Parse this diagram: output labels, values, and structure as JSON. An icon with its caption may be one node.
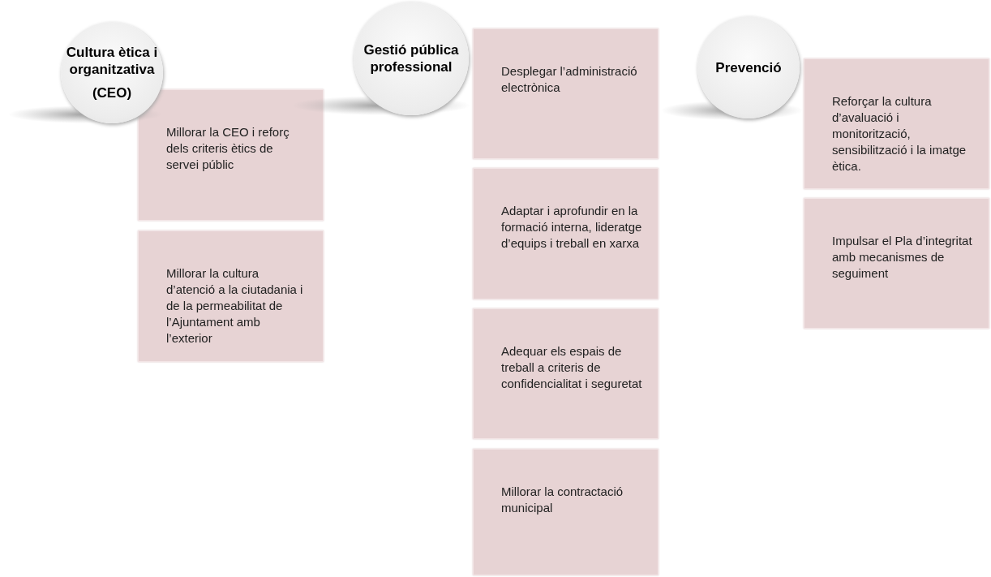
{
  "diagram": {
    "nodes": [
      {
        "text": [
          "Cultura ètica i organitzativa",
          "(CEO)"
        ]
      },
      {
        "text": [
          "Millorar la CEO i reforç dels criteris ètics de servei públic"
        ]
      },
      {
        "text": [
          "Millorar la cultura d’atenció a la ciutadania i de la permeabilitat de l’Ajuntament amb l’exterior"
        ]
      },
      {
        "text": [
          "Gestió pública professional"
        ]
      },
      {
        "text": [
          "Desplegar l’administració electrònica"
        ]
      },
      {
        "text": [
          "Adaptar i aprofundir en la formació interna, lideratge d’equips i treball en xarxa"
        ]
      },
      {
        "text": [
          "Adequar els espais de treball a criteris de confidencialitat i seguretat"
        ]
      },
      {
        "text": [
          "Millorar la contractació municipal"
        ]
      },
      {
        "text": [
          "Prevenció"
        ]
      },
      {
        "text": [
          "Reforçar la cultura d’avaluació i monitorització, sensibilització i la imatge ètica."
        ]
      },
      {
        "text": [
          "Impulsar el Pla d’integritat amb mecanismes de seguiment"
        ]
      }
    ],
    "edges": []
  }
}
